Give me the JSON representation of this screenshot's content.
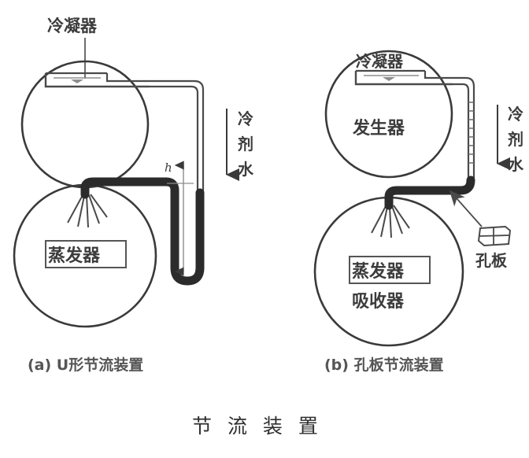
{
  "figure": {
    "title": "节 流 装 置",
    "title_plain": "节流装置"
  },
  "panels": [
    {
      "id": "panel-a",
      "caption": "(a) U形节流装置",
      "upper_vessel_label": "冷凝器",
      "upper_vessel_label_position": "outside-top-callout",
      "lower_vessel_label": "蒸发器",
      "lower_vessel_label_boxed": true,
      "flow_label": "冷剂水",
      "dimension_label": "h",
      "device_type": "U形节流装置"
    },
    {
      "id": "panel-b",
      "caption": "(b) 孔板节流装置",
      "upper_vessel_label_top": "冷凝器",
      "upper_vessel_label_bottom": "发生器",
      "lower_vessel_label_top": "蒸发器",
      "lower_vessel_label_top_boxed": true,
      "lower_vessel_label_bottom": "吸收器",
      "flow_label": "冷剂水",
      "component_label": "孔板",
      "device_type": "孔板节流装置"
    }
  ],
  "colors": {
    "vessel_outline": "#3a3a3a",
    "thin_pipe": "#4a4a4a",
    "thick_pipe": "#2b2b2b",
    "text": "#3c3c3c",
    "caption": "#555555",
    "title": "#2e2e2e",
    "background": "#ffffff"
  },
  "icons": {
    "orifice_plate": "orifice-plate-icon",
    "liquid_level": "liquid-level-symbol",
    "spray": "spray-nozzle-icon",
    "down_arrow": "down-arrow-icon",
    "dimension_arrow": "double-headed-arrow-icon",
    "leader_line": "leader-line"
  }
}
